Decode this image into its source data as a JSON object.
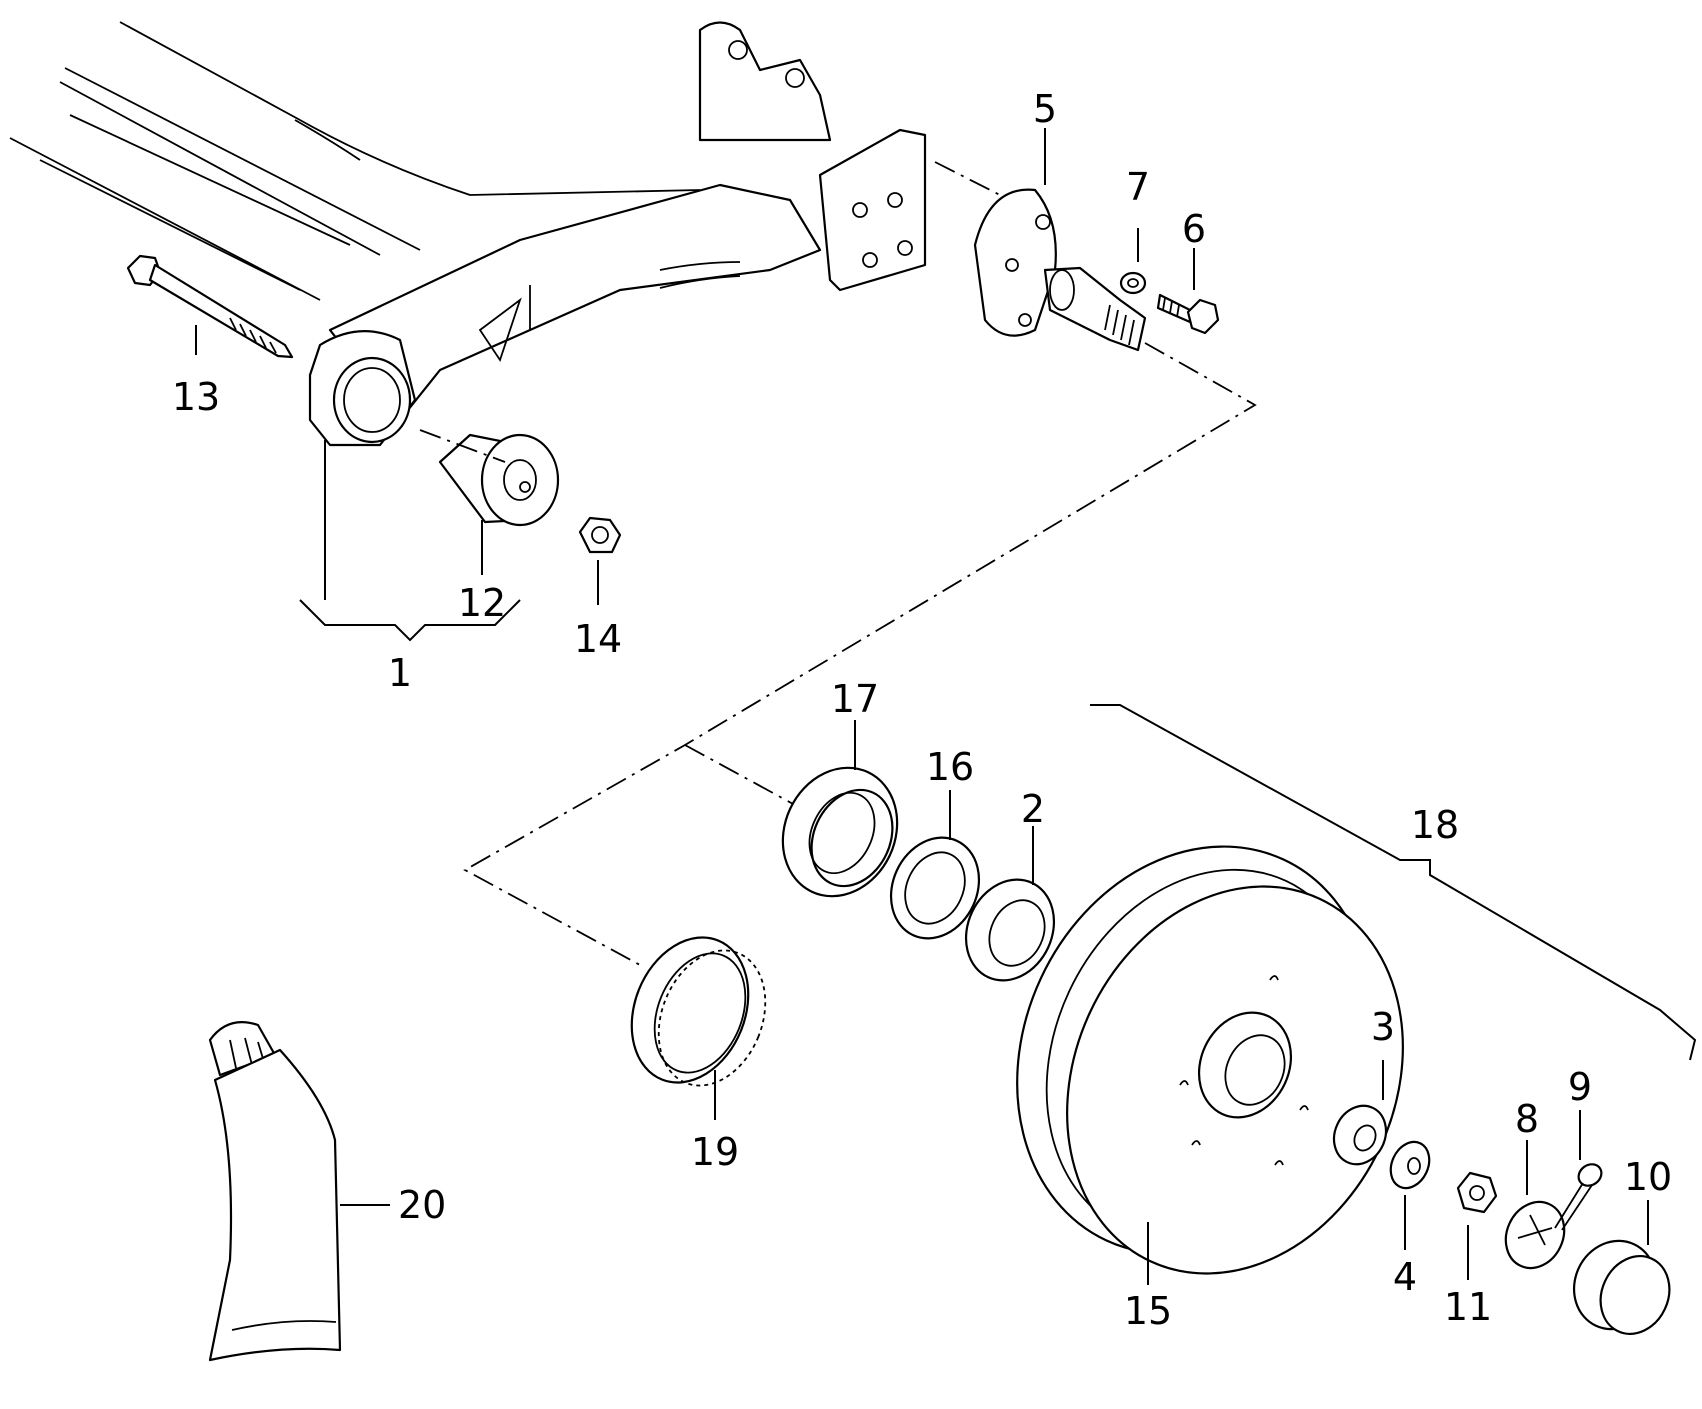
{
  "diagram": {
    "callouts": {
      "c1": "1",
      "c2": "2",
      "c3": "3",
      "c4": "4",
      "c5": "5",
      "c6": "6",
      "c7": "7",
      "c8": "8",
      "c9": "9",
      "c10": "10",
      "c11": "11",
      "c12": "12",
      "c13": "13",
      "c14": "14",
      "c15": "15",
      "c16": "16",
      "c17": "17",
      "c18": "18",
      "c19": "19",
      "c20": "20"
    }
  }
}
